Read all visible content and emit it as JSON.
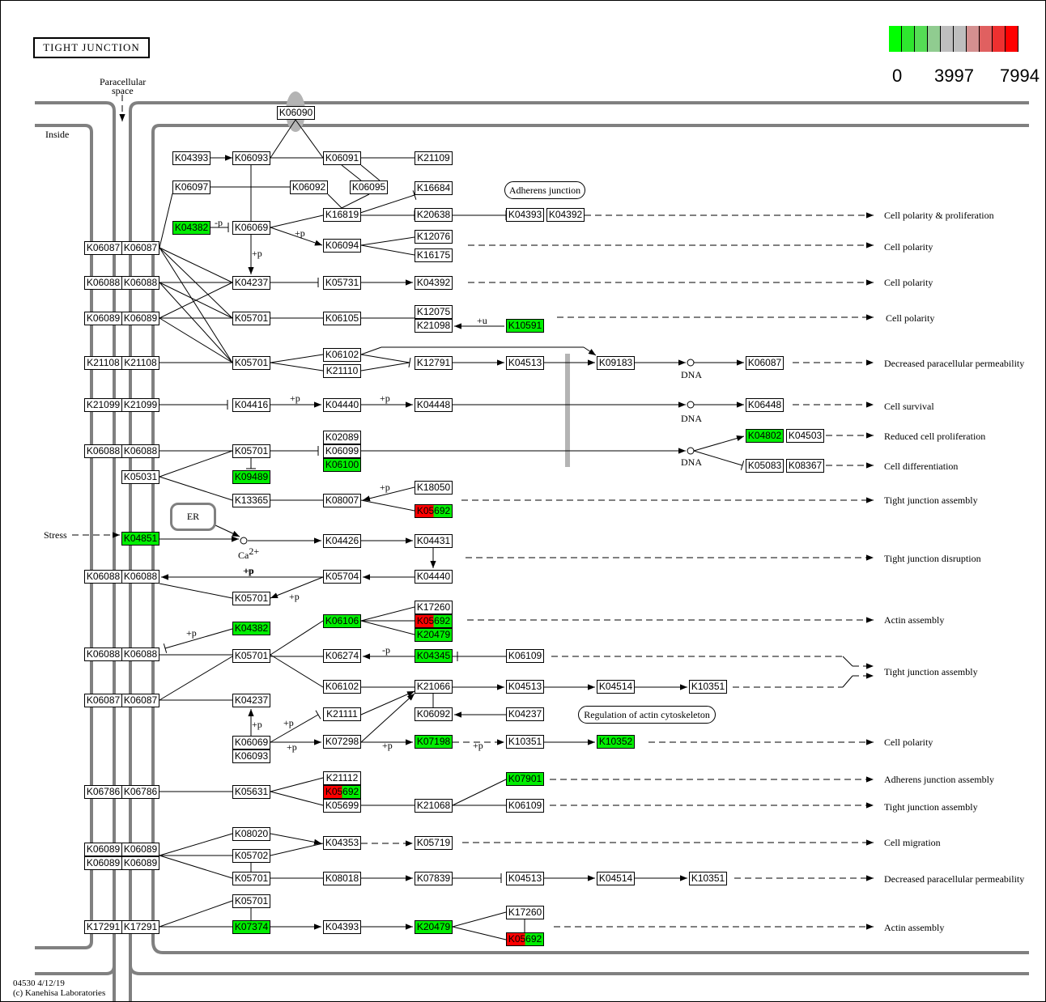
{
  "title": "TIGHT JUNCTION",
  "labels": {
    "paracellular": "Paracellular",
    "space": "space",
    "inside": "Inside",
    "stress": "Stress",
    "er": "ER",
    "ca": "Ca",
    "ca_sup": "2+",
    "dna": "DNA"
  },
  "legend": {
    "colors": [
      "#00ff00",
      "#2ee62e",
      "#55dd55",
      "#90cc90",
      "#bebebe",
      "#bebebe",
      "#d49090",
      "#e06060",
      "#ee3030",
      "#ff0000"
    ],
    "ticks": [
      "0",
      "3997",
      "7994"
    ]
  },
  "colors": {
    "high": "#ff0000",
    "low": "#00ee00",
    "membrane": "#808080"
  },
  "map_links": [
    "Adherens junction",
    "Regulation of actin cytoskeleton"
  ],
  "outcomes": [
    "Cell polarity & proliferation",
    "Cell polarity",
    "Cell polarity",
    "Cell polarity",
    "Decreased paracellular permeability",
    "Cell survival",
    "Reduced cell proliferation",
    "Cell differentiation",
    "Tight junction assembly",
    "Tight junction disruption",
    "Actin assembly",
    "Tight junction assembly",
    "Cell polarity",
    "Adherens junction assembly",
    "Tight junction assembly",
    "Cell migration",
    "Decreased paracellular permeability",
    "Actin assembly"
  ],
  "edge_labels": [
    "-p",
    "+p",
    "+p",
    "+u",
    "+p",
    "+p",
    "+p",
    "+p",
    "+p",
    "+p",
    "-p",
    "+p",
    "+p",
    "+p",
    "+p",
    "+p",
    "+p",
    "+p"
  ],
  "nodes": [
    {
      "id": "K06090",
      "color": "white"
    },
    {
      "id": "K04393",
      "color": "white"
    },
    {
      "id": "K06093",
      "color": "white"
    },
    {
      "id": "K06091",
      "color": "white"
    },
    {
      "id": "K21109",
      "color": "white"
    },
    {
      "id": "K06097",
      "color": "white"
    },
    {
      "id": "K06092",
      "color": "white"
    },
    {
      "id": "K06095",
      "color": "white"
    },
    {
      "id": "K16684",
      "color": "white"
    },
    {
      "id": "K04382",
      "color": "green"
    },
    {
      "id": "K06069",
      "color": "white"
    },
    {
      "id": "K16819",
      "color": "white"
    },
    {
      "id": "K20638",
      "color": "white"
    },
    {
      "id": "K04393",
      "color": "white"
    },
    {
      "id": "K04392",
      "color": "white"
    },
    {
      "id": "K06094",
      "color": "white"
    },
    {
      "id": "K12076",
      "color": "white"
    },
    {
      "id": "K16175",
      "color": "white"
    },
    {
      "id": "K06087",
      "color": "white"
    },
    {
      "id": "K06087",
      "color": "white"
    },
    {
      "id": "K06088",
      "color": "white"
    },
    {
      "id": "K06088",
      "color": "white"
    },
    {
      "id": "K04237",
      "color": "white"
    },
    {
      "id": "K05731",
      "color": "white"
    },
    {
      "id": "K04392",
      "color": "white"
    },
    {
      "id": "K06089",
      "color": "white"
    },
    {
      "id": "K06089",
      "color": "white"
    },
    {
      "id": "K05701",
      "color": "white"
    },
    {
      "id": "K06105",
      "color": "white"
    },
    {
      "id": "K12075",
      "color": "white"
    },
    {
      "id": "K21098",
      "color": "white"
    },
    {
      "id": "K10591",
      "color": "green"
    },
    {
      "id": "K21108",
      "color": "white"
    },
    {
      "id": "K21108",
      "color": "white"
    },
    {
      "id": "K05701",
      "color": "white"
    },
    {
      "id": "K06102",
      "color": "white"
    },
    {
      "id": "K21110",
      "color": "white"
    },
    {
      "id": "K12791",
      "color": "white"
    },
    {
      "id": "K04513",
      "color": "white"
    },
    {
      "id": "K09183",
      "color": "white"
    },
    {
      "id": "K06087",
      "color": "white"
    },
    {
      "id": "K21099",
      "color": "white"
    },
    {
      "id": "K21099",
      "color": "white"
    },
    {
      "id": "K04416",
      "color": "white"
    },
    {
      "id": "K04440",
      "color": "white"
    },
    {
      "id": "K04448",
      "color": "white"
    },
    {
      "id": "K06448",
      "color": "white"
    },
    {
      "id": "K02089",
      "color": "white"
    },
    {
      "id": "K06099",
      "color": "white"
    },
    {
      "id": "K06100",
      "color": "green"
    },
    {
      "id": "K04802",
      "color": "green"
    },
    {
      "id": "K04503",
      "color": "white"
    },
    {
      "id": "K06088",
      "color": "white"
    },
    {
      "id": "K06088",
      "color": "white"
    },
    {
      "id": "K05701",
      "color": "white"
    },
    {
      "id": "K05083",
      "color": "white"
    },
    {
      "id": "K08367",
      "color": "white"
    },
    {
      "id": "K05031",
      "color": "white"
    },
    {
      "id": "K09489",
      "color": "green"
    },
    {
      "id": "K13365",
      "color": "white"
    },
    {
      "id": "K08007",
      "color": "white"
    },
    {
      "id": "K18050",
      "color": "white"
    },
    {
      "id": "K05692",
      "color": "split"
    },
    {
      "id": "K04851",
      "color": "green"
    },
    {
      "id": "K04426",
      "color": "white"
    },
    {
      "id": "K04431",
      "color": "white"
    },
    {
      "id": "K06088",
      "color": "white"
    },
    {
      "id": "K06088",
      "color": "white"
    },
    {
      "id": "K05704",
      "color": "white"
    },
    {
      "id": "K04440",
      "color": "white"
    },
    {
      "id": "K05701",
      "color": "white"
    },
    {
      "id": "K17260",
      "color": "white"
    },
    {
      "id": "K06106",
      "color": "green"
    },
    {
      "id": "K05692",
      "color": "split"
    },
    {
      "id": "K04382",
      "color": "green"
    },
    {
      "id": "K20479",
      "color": "green"
    },
    {
      "id": "K06088",
      "color": "white"
    },
    {
      "id": "K06088",
      "color": "white"
    },
    {
      "id": "K05701",
      "color": "white"
    },
    {
      "id": "K06274",
      "color": "white"
    },
    {
      "id": "K04345",
      "color": "green"
    },
    {
      "id": "K06109",
      "color": "white"
    },
    {
      "id": "K06102",
      "color": "white"
    },
    {
      "id": "K21066",
      "color": "white"
    },
    {
      "id": "K04513",
      "color": "white"
    },
    {
      "id": "K04514",
      "color": "white"
    },
    {
      "id": "K10351",
      "color": "white"
    },
    {
      "id": "K06087",
      "color": "white"
    },
    {
      "id": "K06087",
      "color": "white"
    },
    {
      "id": "K04237",
      "color": "white"
    },
    {
      "id": "K21111",
      "color": "white"
    },
    {
      "id": "K06092",
      "color": "white"
    },
    {
      "id": "K04237",
      "color": "white"
    },
    {
      "id": "K06069",
      "color": "white"
    },
    {
      "id": "K07298",
      "color": "white"
    },
    {
      "id": "K07198",
      "color": "green"
    },
    {
      "id": "K10351",
      "color": "white"
    },
    {
      "id": "K10352",
      "color": "green"
    },
    {
      "id": "K06093",
      "color": "white"
    },
    {
      "id": "K21112",
      "color": "white"
    },
    {
      "id": "K07901",
      "color": "green"
    },
    {
      "id": "K06786",
      "color": "white"
    },
    {
      "id": "K06786",
      "color": "white"
    },
    {
      "id": "K05631",
      "color": "white"
    },
    {
      "id": "K05692",
      "color": "split"
    },
    {
      "id": "K05699",
      "color": "white"
    },
    {
      "id": "K21068",
      "color": "white"
    },
    {
      "id": "K06109",
      "color": "white"
    },
    {
      "id": "K08020",
      "color": "white"
    },
    {
      "id": "K06089",
      "color": "white"
    },
    {
      "id": "K06089",
      "color": "white"
    },
    {
      "id": "K05702",
      "color": "white"
    },
    {
      "id": "K04353",
      "color": "white"
    },
    {
      "id": "K05719",
      "color": "white"
    },
    {
      "id": "K06089",
      "color": "white"
    },
    {
      "id": "K06089",
      "color": "white"
    },
    {
      "id": "K05701",
      "color": "white"
    },
    {
      "id": "K08018",
      "color": "white"
    },
    {
      "id": "K07839",
      "color": "white"
    },
    {
      "id": "K04513",
      "color": "white"
    },
    {
      "id": "K04514",
      "color": "white"
    },
    {
      "id": "K10351",
      "color": "white"
    },
    {
      "id": "K05701",
      "color": "white"
    },
    {
      "id": "K17260",
      "color": "white"
    },
    {
      "id": "K17291",
      "color": "white"
    },
    {
      "id": "K17291",
      "color": "white"
    },
    {
      "id": "K07374",
      "color": "green"
    },
    {
      "id": "K04393",
      "color": "white"
    },
    {
      "id": "K20479",
      "color": "green"
    },
    {
      "id": "K05692",
      "color": "split"
    }
  ],
  "footer": {
    "line1": "04530 4/12/19",
    "line2": "(c) Kanehisa Laboratories"
  }
}
